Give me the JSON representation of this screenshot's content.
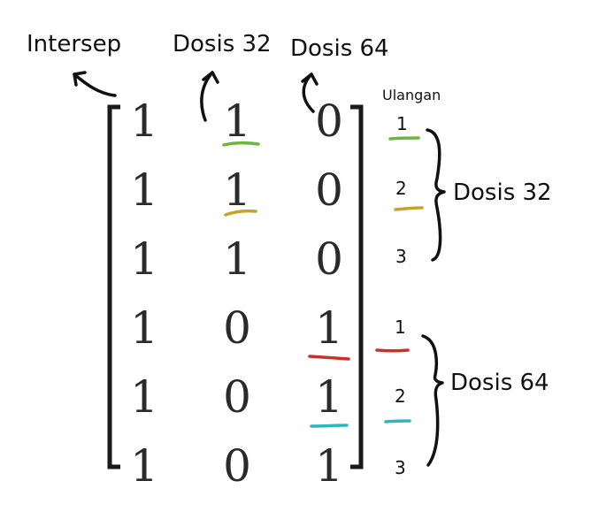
{
  "headers": {
    "intercept": "Intersep",
    "dose32": "Dosis 32",
    "dose64": "Dosis 64"
  },
  "replicate_header": "Ulangan",
  "matrix": [
    [
      "1",
      "1",
      "0"
    ],
    [
      "1",
      "1",
      "0"
    ],
    [
      "1",
      "1",
      "0"
    ],
    [
      "1",
      "0",
      "1"
    ],
    [
      "1",
      "0",
      "1"
    ],
    [
      "1",
      "0",
      "1"
    ]
  ],
  "groups": [
    {
      "label": "Dosis 32",
      "replicates": [
        "1",
        "2",
        "3"
      ]
    },
    {
      "label": "Dosis 64",
      "replicates": [
        "1",
        "2",
        "3"
      ]
    }
  ],
  "colors": {
    "ink": "#111111",
    "matrix_text": "#2a2a2a",
    "replicate1": "#6ab83a",
    "replicate2_dose32": "#c9a227",
    "replicate1_dose64": "#c8322a",
    "replicate2_dose64": "#2ab8c0"
  }
}
